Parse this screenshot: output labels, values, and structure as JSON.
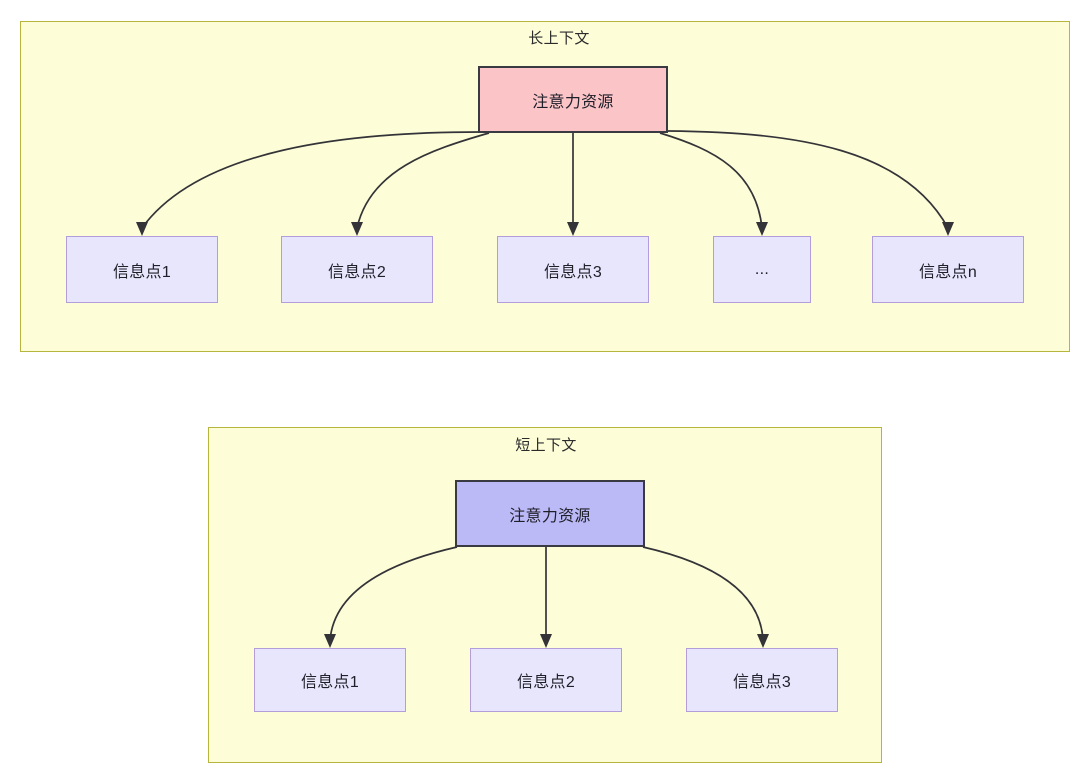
{
  "diagram": {
    "title_visible": false,
    "colors": {
      "panel_fill": "#fdfdd8",
      "panel_border": "#b6b63f",
      "root_long_fill": "#fbc5c8",
      "root_short_fill": "#bbbaf7",
      "root_border": "#3a3a42",
      "leaf_fill": "#e8e6fc",
      "leaf_border": "#b39ddb",
      "edge_stroke": "#333338",
      "text": "#20202a"
    },
    "panels": [
      {
        "id": "long-context",
        "title": "长上下文",
        "root": {
          "label": "注意力资源"
        },
        "leaves": [
          {
            "label": "信息点1"
          },
          {
            "label": "信息点2"
          },
          {
            "label": "信息点3"
          },
          {
            "label": "..."
          },
          {
            "label": "信息点n"
          }
        ]
      },
      {
        "id": "short-context",
        "title": "短上下文",
        "root": {
          "label": "注意力资源"
        },
        "leaves": [
          {
            "label": "信息点1"
          },
          {
            "label": "信息点2"
          },
          {
            "label": "信息点3"
          }
        ]
      }
    ]
  }
}
